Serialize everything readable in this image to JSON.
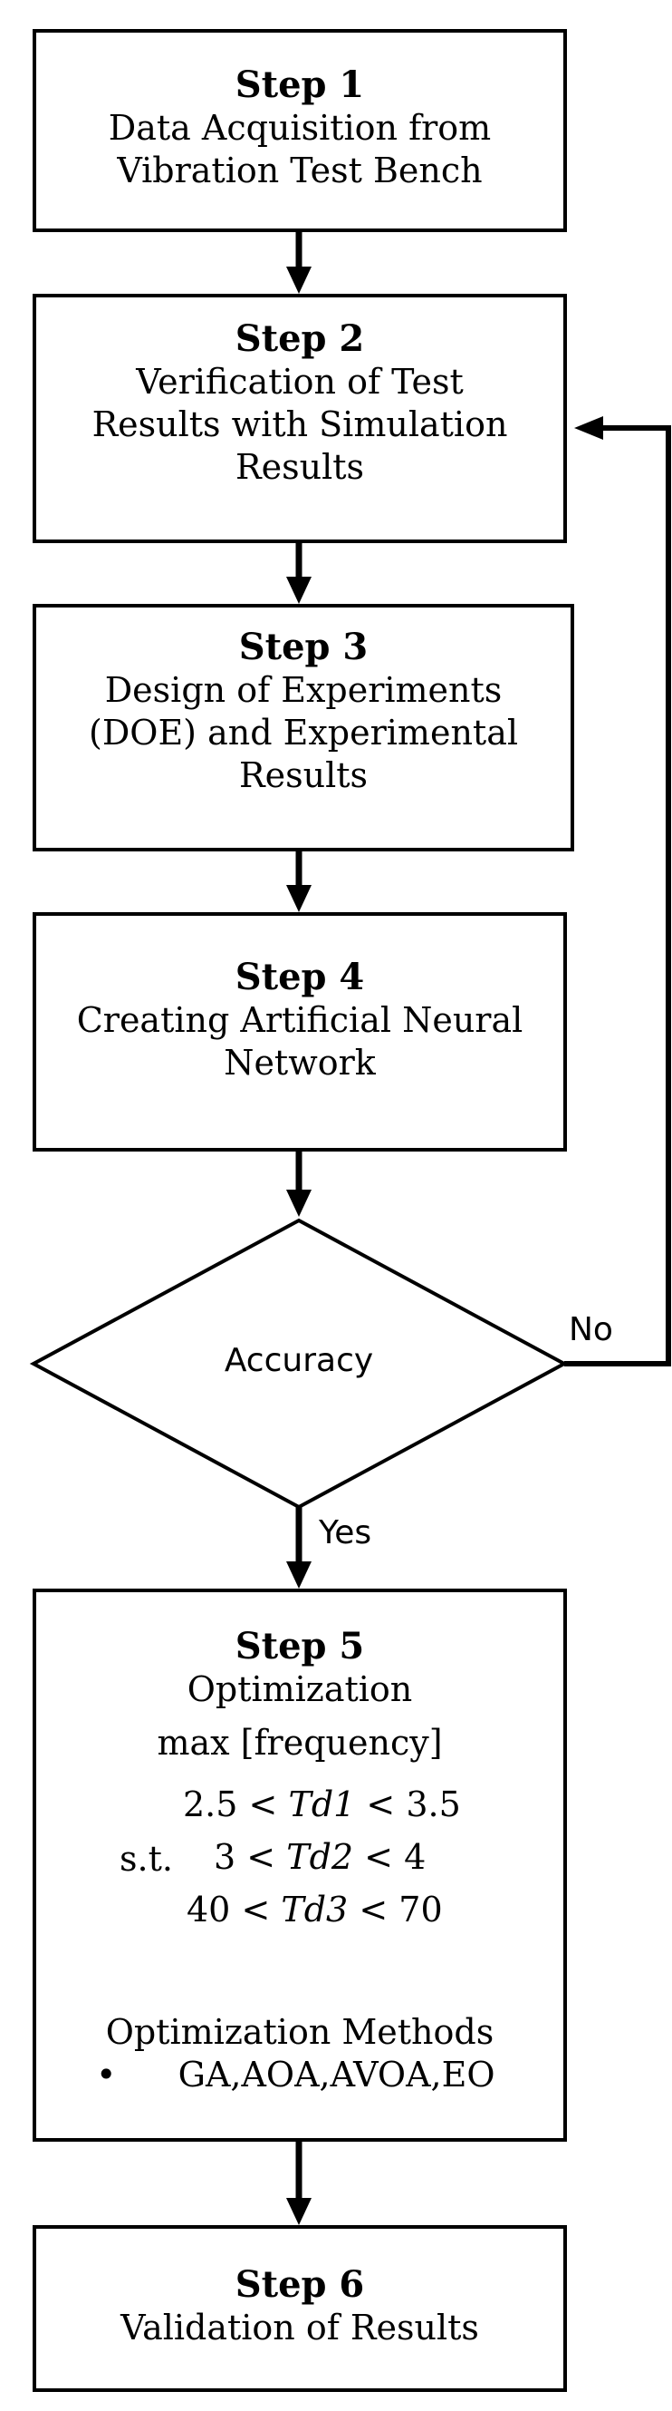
{
  "steps": [
    {
      "title": "Step 1",
      "lines": [
        "Data Acquisition from",
        "Vibration Test Bench"
      ]
    },
    {
      "title": "Step 2",
      "lines": [
        "Verification of Test",
        "Results with Simulation",
        "Results"
      ]
    },
    {
      "title": "Step 3",
      "lines": [
        "Design of Experiments",
        "(DOE) and Experimental",
        "Results"
      ]
    },
    {
      "title": "Step 4",
      "lines": [
        "Creating Artificial Neural",
        "Network"
      ]
    },
    {
      "title": "Step 5",
      "lines": [
        "Optimization"
      ]
    },
    {
      "title": "Step 6",
      "lines": [
        "Validation of Results"
      ]
    }
  ],
  "decision": {
    "label": "Accuracy",
    "no_label": "No",
    "yes_label": "Yes"
  },
  "optimization": {
    "objective": "max [frequency]",
    "st_label": "s.t.",
    "constraints": [
      {
        "low": "2.5",
        "op1": "<",
        "var": "Td1",
        "op2": "<",
        "high": "3.5"
      },
      {
        "low": "3",
        "op1": "<",
        "var": "Td2",
        "op2": "<",
        "high": "4"
      },
      {
        "low": "40",
        "op1": "<",
        "var": "Td3",
        "op2": "<",
        "high": "70"
      }
    ],
    "methods_heading": "Optimization Methods",
    "bullet": "•",
    "methods": "GA,AOA,AVOA,EO"
  }
}
